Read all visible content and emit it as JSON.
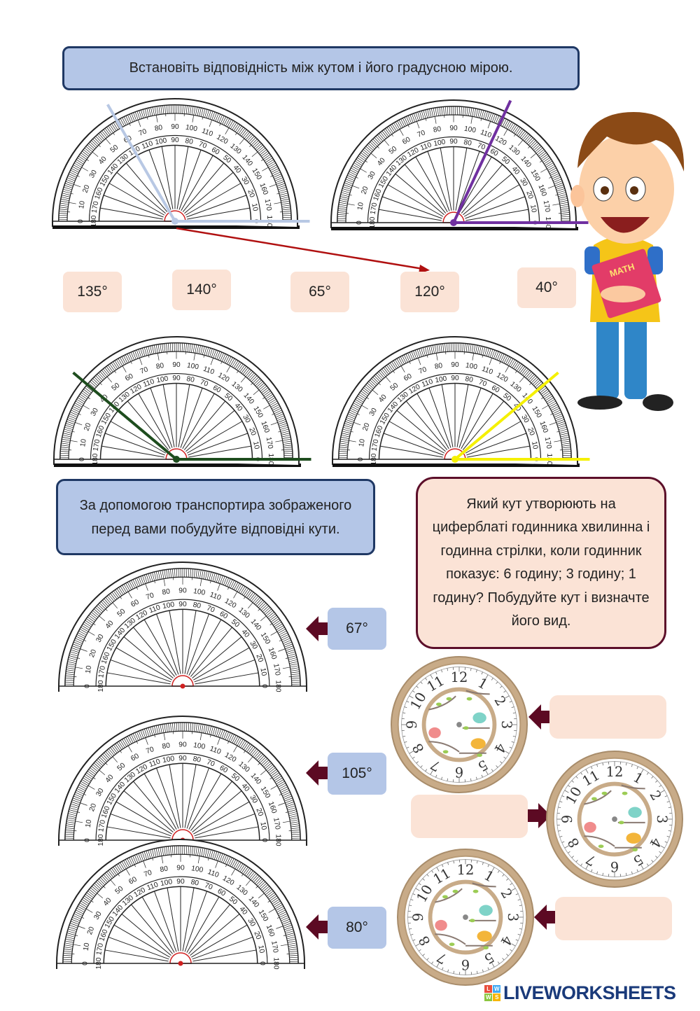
{
  "title": "Встановіть відповідність між кутом і його градусною мірою.",
  "match_labels": [
    "135°",
    "140°",
    "65°",
    "120°",
    "40°"
  ],
  "top_protractors": [
    {
      "angle_deg": 120,
      "color": "#b8c8e4"
    },
    {
      "angle_deg": 65,
      "color": "#7030a0"
    },
    {
      "angle_deg": 140,
      "color": "#1e4d1e"
    },
    {
      "angle_deg": 40,
      "color": "#f5f000"
    }
  ],
  "task2": {
    "text": "За допомогою транспортира зображеного перед вами побудуйте відповідні кути.",
    "angles": [
      "67°",
      "105°",
      "80°"
    ]
  },
  "task3": {
    "text": "Який кут утворюють на циферблаті годинника хвилинна і годинна стрілки, коли годинник показує: 6 годину; 3 годину; 1 годину? Побудуйте кут і визначте його вид."
  },
  "clock_numbers": [
    "12",
    "1",
    "2",
    "3",
    "4",
    "5",
    "6",
    "7",
    "8",
    "9",
    "10",
    "11"
  ],
  "answers": [
    "",
    "",
    ""
  ],
  "book_label": "MATH",
  "logo": {
    "text": "LIVEWORKSHEETS",
    "mark": [
      "L",
      "W",
      "W",
      "S"
    ]
  },
  "colors": {
    "blue_box": "#b4c6e7",
    "peach_box": "#fbe3d6",
    "arrow": "#5c0a23",
    "match_arrow": "#b01010"
  }
}
